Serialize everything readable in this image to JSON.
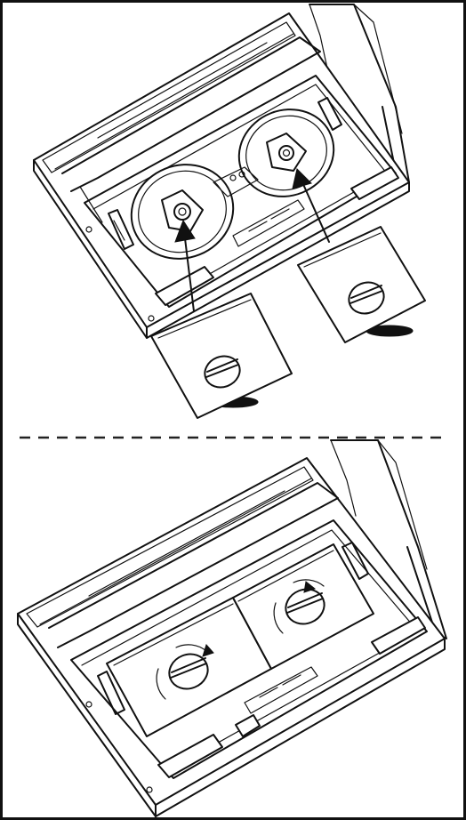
{
  "figure": {
    "steps": [
      {
        "step": "attach",
        "filters": 2,
        "arrows": "insert"
      },
      {
        "step": "rotate",
        "filters": 2,
        "arrows": "clockwise"
      }
    ],
    "colors": {
      "line": "#111111",
      "background": "#ffffff",
      "divider": "#222222"
    }
  }
}
